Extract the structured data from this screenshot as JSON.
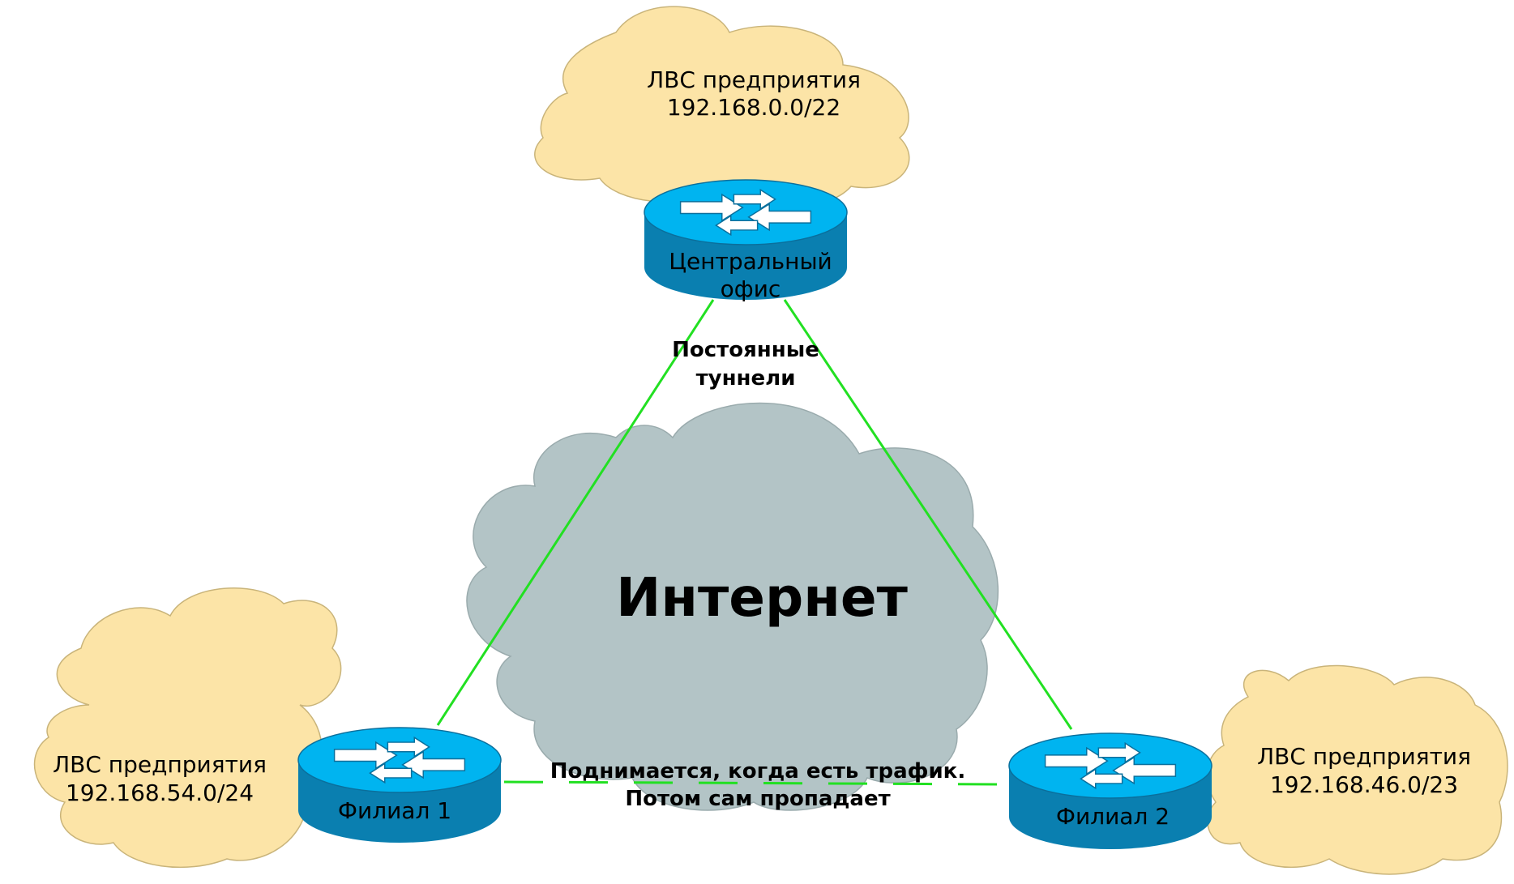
{
  "internet": {
    "label": "Интернет"
  },
  "lans": {
    "top": {
      "line1": "ЛВС предприятия",
      "line2": "192.168.0.0/22"
    },
    "left": {
      "line1": "ЛВС предприятия",
      "line2": "192.168.54.0/24"
    },
    "right": {
      "line1": "ЛВС предприятия",
      "line2": "192.168.46.0/23"
    }
  },
  "routers": {
    "central": {
      "line1": "Центральный",
      "line2": "офис"
    },
    "branch1": {
      "label": "Филиал 1"
    },
    "branch2": {
      "label": "Филиал 2"
    }
  },
  "links": {
    "permanent": {
      "line1": "Постоянные",
      "line2": "туннели"
    },
    "on_demand": {
      "line1": "Поднимается, когда есть трафик.",
      "line2": "Потом сам пропадает"
    }
  },
  "colors": {
    "lan_cloud": "#FCE4A7",
    "internet_cloud": "#B3C4C6",
    "router_top": "#00B4F0",
    "router_side": "#0A7FB0",
    "tunnel": "#22E022"
  }
}
